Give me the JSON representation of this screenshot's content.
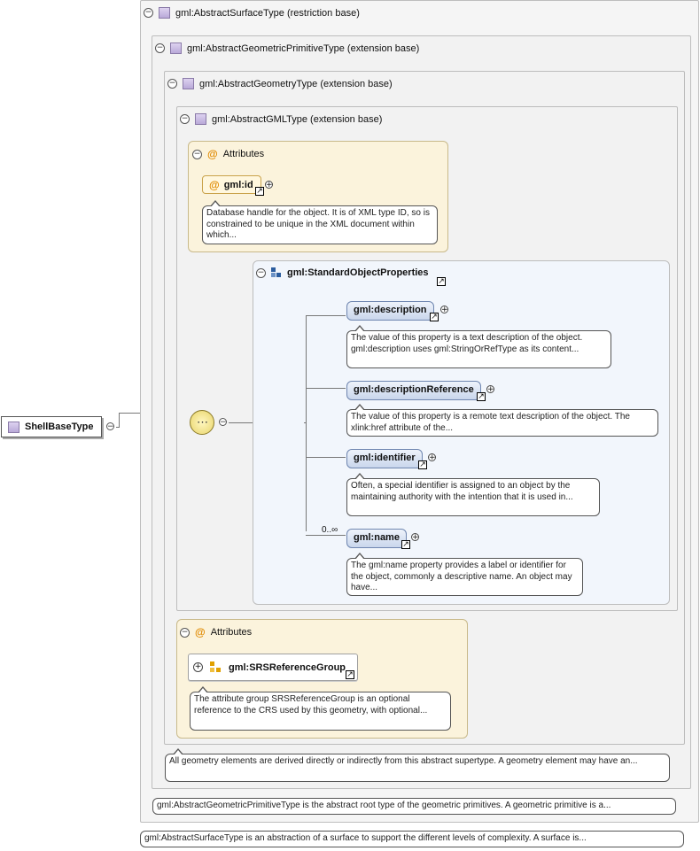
{
  "root": {
    "label": "ShellBaseType"
  },
  "surface_type": {
    "header": "gml:AbstractSurfaceType (restriction base)",
    "note": "gml:AbstractSurfaceType is an abstraction of a surface to support the different levels of complexity. A surface is..."
  },
  "primitive_type": {
    "header": "gml:AbstractGeometricPrimitiveType (extension base)",
    "note": "gml:AbstractGeometricPrimitiveType is the abstract root type of the geometric primitives. A geometric primitive is a..."
  },
  "geometry_type": {
    "header": "gml:AbstractGeometryType (extension base)",
    "note": "All geometry elements are derived directly or indirectly from this abstract supertype. A geometry element may have an..."
  },
  "gml_type": {
    "header": "gml:AbstractGMLType (extension base)"
  },
  "attributes_1": {
    "title": "Attributes",
    "item": "gml:id",
    "note": "Database handle for the object. It is of XML type ID, so is constrained to be unique in the XML document within which..."
  },
  "standard_props": {
    "title": "gml:StandardObjectProperties",
    "occurrence": "0..∞",
    "elements": [
      {
        "name": "gml:description",
        "note": "The value of this property is a text description of the object. gml:description uses gml:StringOrRefType as its content..."
      },
      {
        "name": "gml:descriptionReference",
        "note": "The value of this property is a remote text description of the object. The xlink:href attribute of the..."
      },
      {
        "name": "gml:identifier",
        "note": "Often, a special identifier is assigned to an object by the maintaining authority with the intention that it is used in..."
      },
      {
        "name": "gml:name",
        "note": "The gml:name property provides a label or identifier for the object, commonly a descriptive name. An object may have..."
      }
    ]
  },
  "attributes_2": {
    "title": "Attributes",
    "item": "gml:SRSReferenceGroup",
    "note": "The attribute group SRSReferenceGroup is an optional reference to the CRS used by this geometry, with optional..."
  },
  "colors": {
    "attribute_accent": "#e08a00",
    "element_fill": "#c9d6ec",
    "type_icon": "#b9a9d8"
  }
}
